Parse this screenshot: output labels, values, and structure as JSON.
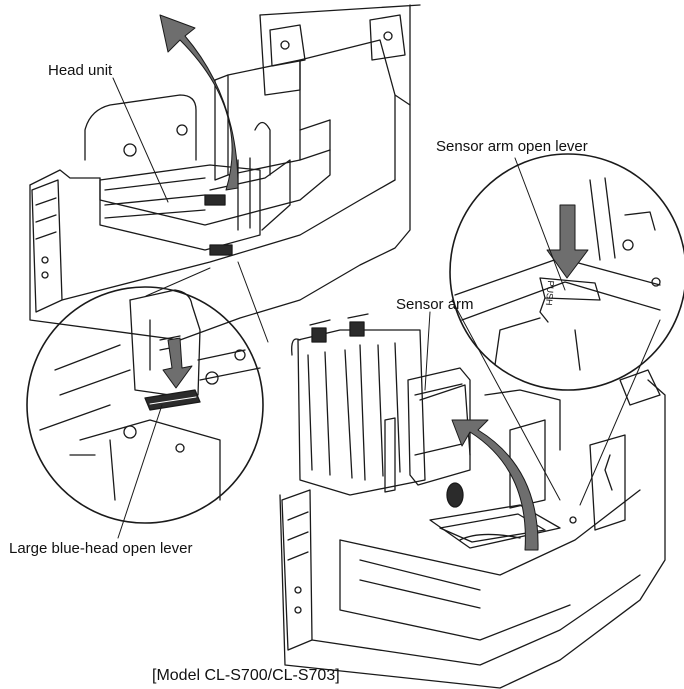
{
  "labels": {
    "head_unit": "Head unit",
    "sensor_arm_open_lever": "Sensor arm open lever",
    "sensor_arm": "Sensor arm",
    "large_blue_head_open_lever": "Large blue-head open lever",
    "push_text": "PUSH"
  },
  "caption": "[Model CL-S700/CL-S703]",
  "colors": {
    "ink": "#1a1a1a",
    "arrow_fill": "#6e6e6e",
    "lever_fill": "#2b2b2b",
    "background": "#ffffff"
  }
}
